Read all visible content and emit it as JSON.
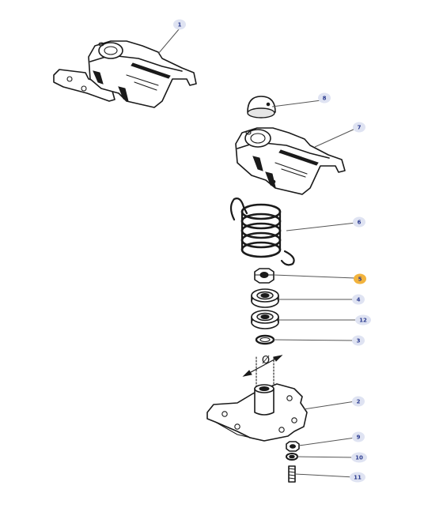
{
  "diameter_symbol": "Ø",
  "highlight_color": "#f2b33d",
  "callouts": [
    {
      "id": "c1",
      "label": "1"
    },
    {
      "id": "c8",
      "label": "8"
    },
    {
      "id": "c7",
      "label": "7"
    },
    {
      "id": "c6",
      "label": "6"
    },
    {
      "id": "c5",
      "label": "5",
      "highlighted": true
    },
    {
      "id": "c4",
      "label": "4"
    },
    {
      "id": "c12",
      "label": "12"
    },
    {
      "id": "c3",
      "label": "3"
    },
    {
      "id": "c2",
      "label": "2"
    },
    {
      "id": "c9",
      "label": "9"
    },
    {
      "id": "c10",
      "label": "10"
    },
    {
      "id": "c11",
      "label": "11"
    }
  ]
}
